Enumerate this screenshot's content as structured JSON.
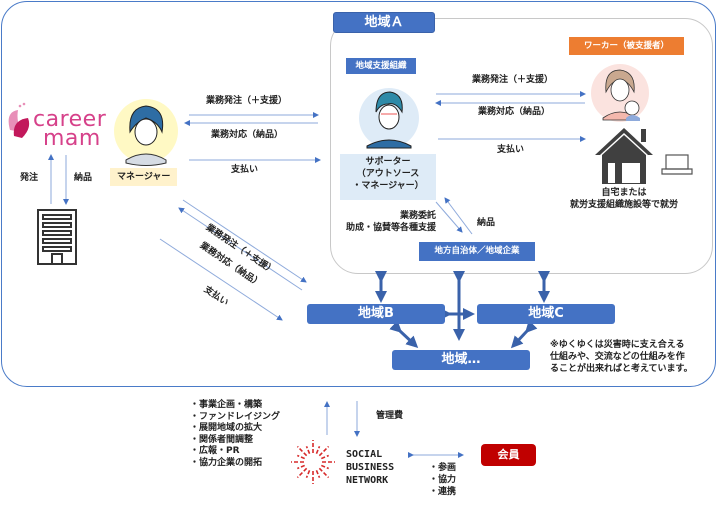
{
  "regions": {
    "a_title": "地域Ａ",
    "b": "地域B",
    "c": "地域C",
    "etc": "地域…"
  },
  "careermam": {
    "line1": "career",
    "line2": "mam"
  },
  "manager": {
    "label": "マネージャー"
  },
  "company_flows": {
    "order": "発注",
    "delivery": "納品"
  },
  "manager_to_supporter": {
    "order": "業務発注（＋支援）",
    "response": "業務対応（納品）",
    "payment": "支払い"
  },
  "manager_to_regions": {
    "order": "業務発注（＋支援）",
    "response": "業務対応（納品）",
    "payment": "支払い"
  },
  "support_org": {
    "label": "地域支援組織",
    "supporter_line1": "サポーター",
    "supporter_line2": "（アウトソース",
    "supporter_line3": "・マネージャー）"
  },
  "supporter_to_worker": {
    "order": "業務発注（＋支援）",
    "response": "業務対応（納品）",
    "payment": "支払い"
  },
  "worker": {
    "label": "ワーカー（被支援者）",
    "place_line1": "自宅または",
    "place_line2": "就労支援組織施設等で就労"
  },
  "local": {
    "label": "地方自治体／地域企業",
    "commission_line1": "業務委託",
    "commission_line2": "助成・協賛等各種支援",
    "delivery": "納品"
  },
  "note": {
    "line1": "※ゆくゆくは災害時に支え合える",
    "line2": "仕組みや、交流などの仕組みを作",
    "line3": "ることが出来ればと考えています。"
  },
  "sbn": {
    "line1": "SOCIAL",
    "line2": "BUSINESS",
    "line3": "NETWORK",
    "fee": "管理費",
    "roles": [
      "・事業企画・構築",
      "・ファンドレイジング",
      "・展開地域の拡大",
      "・関係者間調整",
      "・広報・PR",
      "・協力企業の開拓"
    ]
  },
  "member": {
    "label": "会員",
    "roles": [
      "・参画",
      "・協力",
      "・連携"
    ]
  },
  "colors": {
    "primary_blue": "#4472c4",
    "orange": "#ed7d31",
    "red": "#c00000",
    "manager_bg": "#fff2cc",
    "supporter_bg": "#deebf7",
    "logo_pink": "#d6418a"
  }
}
